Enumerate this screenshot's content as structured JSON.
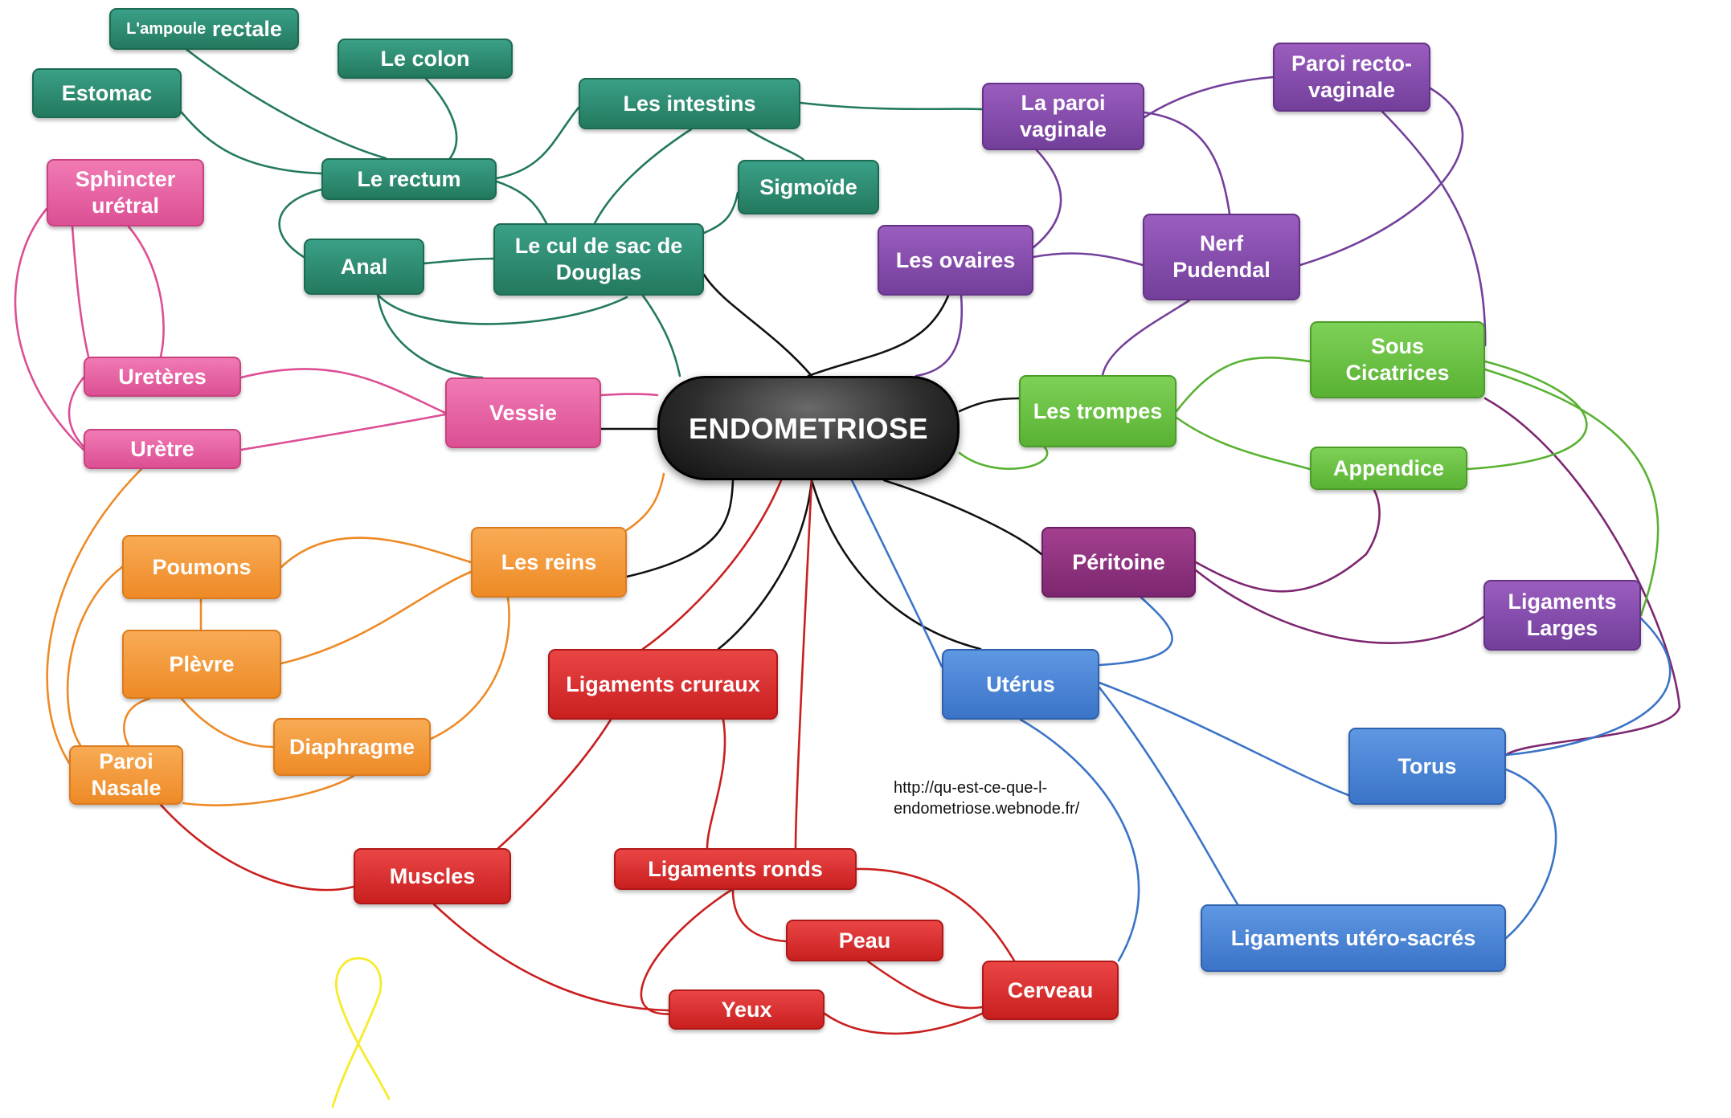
{
  "center": "ENDOMETRIOSE",
  "url_note": "http://qu-est-ce-que-l-\nendometriose.webnode.fr/",
  "colors": {
    "teal": "#23795f",
    "purple": "#733f9b",
    "pink": "#dc4f94",
    "orange": "#ee8a26",
    "green": "#59b233",
    "red": "#c91f1f",
    "blue": "#3b74c8",
    "magenta": "#7d2770",
    "center": "#1a1a1a",
    "ribbon": "#f2e614"
  },
  "icons": {
    "ribbon": "yellow-awareness-ribbon-icon"
  },
  "nodes": {
    "ampoule_small": "L'ampoule",
    "ampoule_big": "rectale",
    "colon": "Le colon",
    "estomac": "Estomac",
    "intestins": "Les intestins",
    "rectum": "Le rectum",
    "sigmoide": "Sigmoïde",
    "anal": "Anal",
    "douglas": "Le cul de sac de\nDouglas",
    "sphincter": "Sphincter\nurétral",
    "ureteres": "Uretères",
    "uretre": "Urètre",
    "vessie": "Vessie",
    "paroi_vaginale": "La paroi\nvaginale",
    "paroi_recto": "Paroi recto-\nvaginale",
    "ovaires": "Les ovaires",
    "nerf": "Nerf\nPudendal",
    "trompes": "Les trompes",
    "sous_cicatrices": "Sous\nCicatrices",
    "appendice": "Appendice",
    "peritoine": "Péritoine",
    "ligaments_larges": "Ligaments\nLarges",
    "uterus": "Utérus",
    "torus": "Torus",
    "lig_utero": "Ligaments utéro-sacrés",
    "reins": "Les reins",
    "poumons": "Poumons",
    "plevre": "Plèvre",
    "diaphragme": "Diaphragme",
    "paroi_nasale": "Paroi\nNasale",
    "lig_cruraux": "Ligaments cruraux",
    "muscles": "Muscles",
    "lig_ronds": "Ligaments ronds",
    "peau": "Peau",
    "cerveau": "Cerveau",
    "yeux": "Yeux"
  }
}
